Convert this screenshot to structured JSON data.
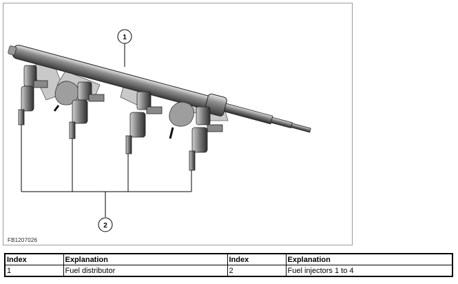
{
  "figure": {
    "code": "FB1207026",
    "callouts": [
      "1",
      "2"
    ]
  },
  "legend": {
    "headers": [
      "Index",
      "Explanation",
      "Index",
      "Explanation"
    ],
    "rows": [
      {
        "index_a": "1",
        "explanation_a": "Fuel distributor",
        "index_b": "2",
        "explanation_b": "Fuel injectors 1 to 4"
      }
    ]
  }
}
